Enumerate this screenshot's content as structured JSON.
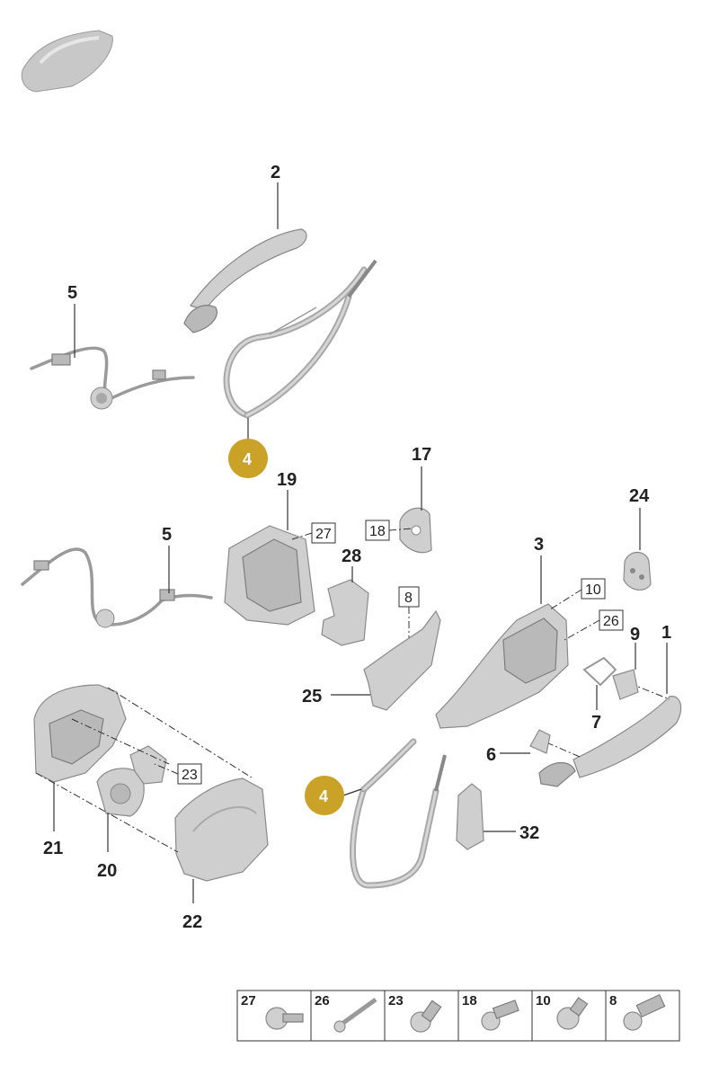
{
  "callouts": {
    "c1": "1",
    "c2": "2",
    "c3": "3",
    "c4a": "4",
    "c4b": "4",
    "c5a": "5",
    "c5b": "5",
    "c6": "6",
    "c7": "7",
    "c8": "8",
    "c9": "9",
    "c10": "10",
    "c17": "17",
    "c18": "18",
    "c19": "19",
    "c20": "20",
    "c21": "21",
    "c22": "22",
    "c23": "23",
    "c24": "24",
    "c25": "25",
    "c26": "26",
    "c27": "27",
    "c28": "28",
    "c32": "32"
  },
  "fastener_table": [
    "27",
    "26",
    "23",
    "18",
    "10",
    "8"
  ],
  "colors": {
    "highlight": "#c9a227",
    "part_fill": "#cfcfcf",
    "outline": "#8a8a8a"
  }
}
